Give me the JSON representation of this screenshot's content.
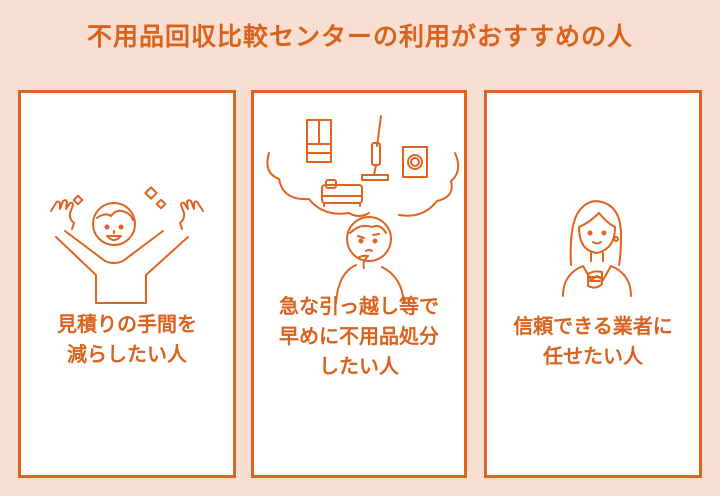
{
  "header": {
    "title": "不用品回収比較センターの利用がおすすめの人"
  },
  "colors": {
    "background": "#f8dfd1",
    "accent": "#e0641f",
    "text": "#d9631e",
    "card_background": "#ffffff"
  },
  "cards": [
    {
      "illustration": "cheering-person-icon",
      "caption_lines": [
        "見積りの手間を",
        "減らしたい人"
      ]
    },
    {
      "illustration": "thinking-person-appliances-icon",
      "thought_items": [
        "refrigerator",
        "stick-vacuum",
        "washing-machine",
        "sofa"
      ],
      "caption_lines": [
        "急な引っ越し等で",
        "早めに不用品処分",
        "したい人"
      ]
    },
    {
      "illustration": "businesswoman-icon",
      "caption_lines": [
        "信頼できる業者に",
        "任せたい人"
      ]
    }
  ]
}
